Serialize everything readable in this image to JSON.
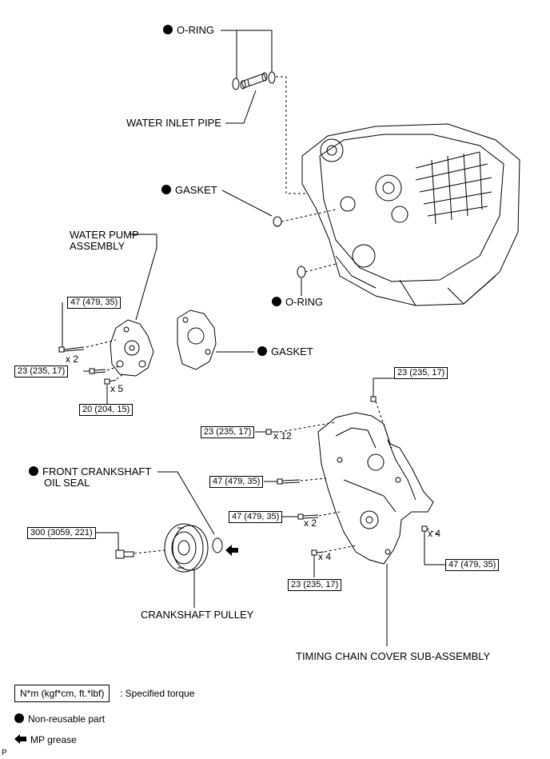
{
  "labels": {
    "o_ring_top": "O-RING",
    "water_inlet_pipe": "WATER INLET PIPE",
    "gasket_upper": "GASKET",
    "water_pump_assembly_line1": "WATER PUMP",
    "water_pump_assembly_line2": "ASSEMBLY",
    "o_ring_mid": "O-RING",
    "gasket_lower": "GASKET",
    "front_crankshaft_oil_seal_line1": "FRONT CRANKSHAFT",
    "front_crankshaft_oil_seal_line2": "OIL SEAL",
    "crankshaft_pulley": "CRANKSHAFT PULLEY",
    "timing_chain_cover": "TIMING CHAIN COVER SUB-ASSEMBLY"
  },
  "torques": {
    "wp_bolt_long": "47 (479, 35)",
    "wp_bolt_mid": "23 (235, 17)",
    "wp_bolt_short": "20 (204, 15)",
    "pulley_bolt": "300 (3059, 221)",
    "tc_top": "23 (235, 17)",
    "tc_x12": "23 (235, 17)",
    "tc_47a": "47 (479, 35)",
    "tc_47b": "47 (479, 35)",
    "tc_47c": "47 (479, 35)",
    "tc_bottom": "23 (235, 17)"
  },
  "counts": {
    "wp_x2": "x 2",
    "wp_x5": "x 5",
    "tc_x12": "x 12",
    "tc_x2": "x 2",
    "tc_x4_right": "x 4",
    "tc_x4_bottom": "x 4"
  },
  "legend": {
    "torque_unit": "N*m (kgf*cm, ft.*lbf)",
    "torque_desc": ": Specified torque",
    "non_reusable": "Non-reusable part",
    "mp_grease": "MP grease"
  },
  "corner_mark": "P"
}
